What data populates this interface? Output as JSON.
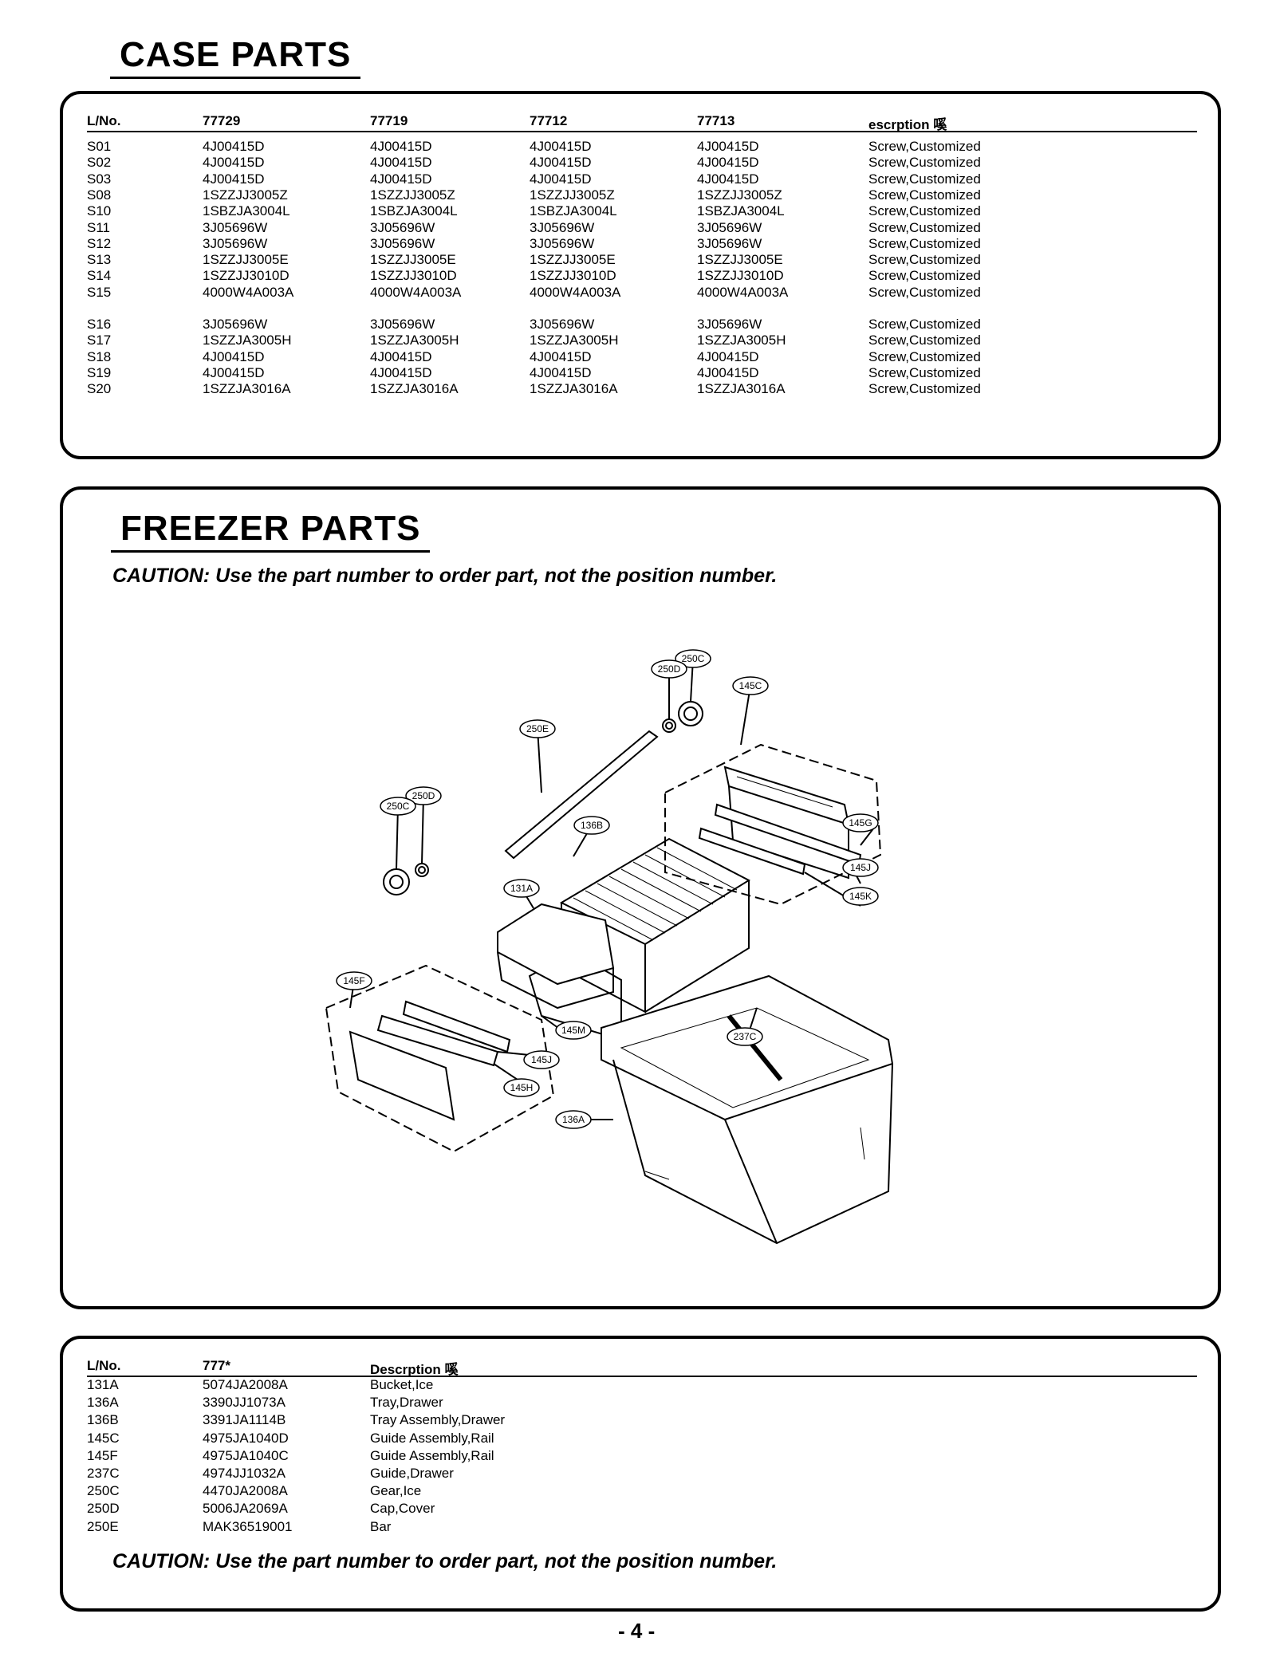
{
  "case_parts": {
    "title": "CASE PARTS",
    "headers": [
      "L/No.",
      "77729",
      "77719",
      "77712",
      "77713",
      "escrption 嗘"
    ],
    "rows": [
      [
        "S01",
        "4J00415D",
        "4J00415D",
        "4J00415D",
        "4J00415D",
        "Screw,Customized"
      ],
      [
        "S02",
        "4J00415D",
        "4J00415D",
        "4J00415D",
        "4J00415D",
        "Screw,Customized"
      ],
      [
        "S03",
        "4J00415D",
        "4J00415D",
        "4J00415D",
        "4J00415D",
        "Screw,Customized"
      ],
      [
        "S08",
        "1SZZJJ3005Z",
        "1SZZJJ3005Z",
        "1SZZJJ3005Z",
        "1SZZJJ3005Z",
        "Screw,Customized"
      ],
      [
        "S10",
        "1SBZJA3004L",
        "1SBZJA3004L",
        "1SBZJA3004L",
        "1SBZJA3004L",
        "Screw,Customized"
      ],
      [
        "S11",
        "3J05696W",
        "3J05696W",
        "3J05696W",
        "3J05696W",
        "Screw,Customized"
      ],
      [
        "S12",
        "3J05696W",
        "3J05696W",
        "3J05696W",
        "3J05696W",
        "Screw,Customized"
      ],
      [
        "S13",
        "1SZZJJ3005E",
        "1SZZJJ3005E",
        "1SZZJJ3005E",
        "1SZZJJ3005E",
        "Screw,Customized"
      ],
      [
        "S14",
        "1SZZJJ3010D",
        "1SZZJJ3010D",
        "1SZZJJ3010D",
        "1SZZJJ3010D",
        "Screw,Customized"
      ],
      [
        "S15",
        "4000W4A003A",
        "4000W4A003A",
        "4000W4A003A",
        "4000W4A003A",
        "Screw,Customized"
      ],
      [
        "S16",
        "3J05696W",
        "3J05696W",
        "3J05696W",
        "3J05696W",
        "Screw,Customized"
      ],
      [
        "S17",
        "1SZZJA3005H",
        "1SZZJA3005H",
        "1SZZJA3005H",
        "1SZZJA3005H",
        "Screw,Customized"
      ],
      [
        "S18",
        "4J00415D",
        "4J00415D",
        "4J00415D",
        "4J00415D",
        "Screw,Customized"
      ],
      [
        "S19",
        "4J00415D",
        "4J00415D",
        "4J00415D",
        "4J00415D",
        "Screw,Customized"
      ],
      [
        "S20",
        "1SZZJA3016A",
        "1SZZJA3016A",
        "1SZZJA3016A",
        "1SZZJA3016A",
        "Screw,Customized"
      ]
    ]
  },
  "freezer_parts": {
    "title": "FREEZER PARTS",
    "caution": "CAUTION: Use the part number to order part, not the position number.",
    "callouts": [
      "250C",
      "250D",
      "145C",
      "250E",
      "250D",
      "250C",
      "136B",
      "145G",
      "145J",
      "131A",
      "145K",
      "145F",
      "237C",
      "145M",
      "145J",
      "145H",
      "136A"
    ]
  },
  "freezer_table": {
    "headers": [
      "L/No.",
      "777*",
      "Descrption 嗘"
    ],
    "rows": [
      [
        "131A",
        "5074JA2008A",
        "Bucket,Ice"
      ],
      [
        "136A",
        "3390JJ1073A",
        "Tray,Drawer"
      ],
      [
        "136B",
        "3391JA1114B",
        "Tray Assembly,Drawer"
      ],
      [
        "145C",
        "4975JA1040D",
        "Guide Assembly,Rail"
      ],
      [
        "145F",
        "4975JA1040C",
        "Guide Assembly,Rail"
      ],
      [
        "237C",
        "4974JJ1032A",
        "Guide,Drawer"
      ],
      [
        "250C",
        "4470JA2008A",
        "Gear,Ice"
      ],
      [
        "250D",
        "5006JA2069A",
        "Cap,Cover"
      ],
      [
        "250E",
        "MAK36519001",
        "Bar"
      ]
    ],
    "caution": "CAUTION: Use the part number to order part, not the position number."
  },
  "page_number": "- 4 -"
}
